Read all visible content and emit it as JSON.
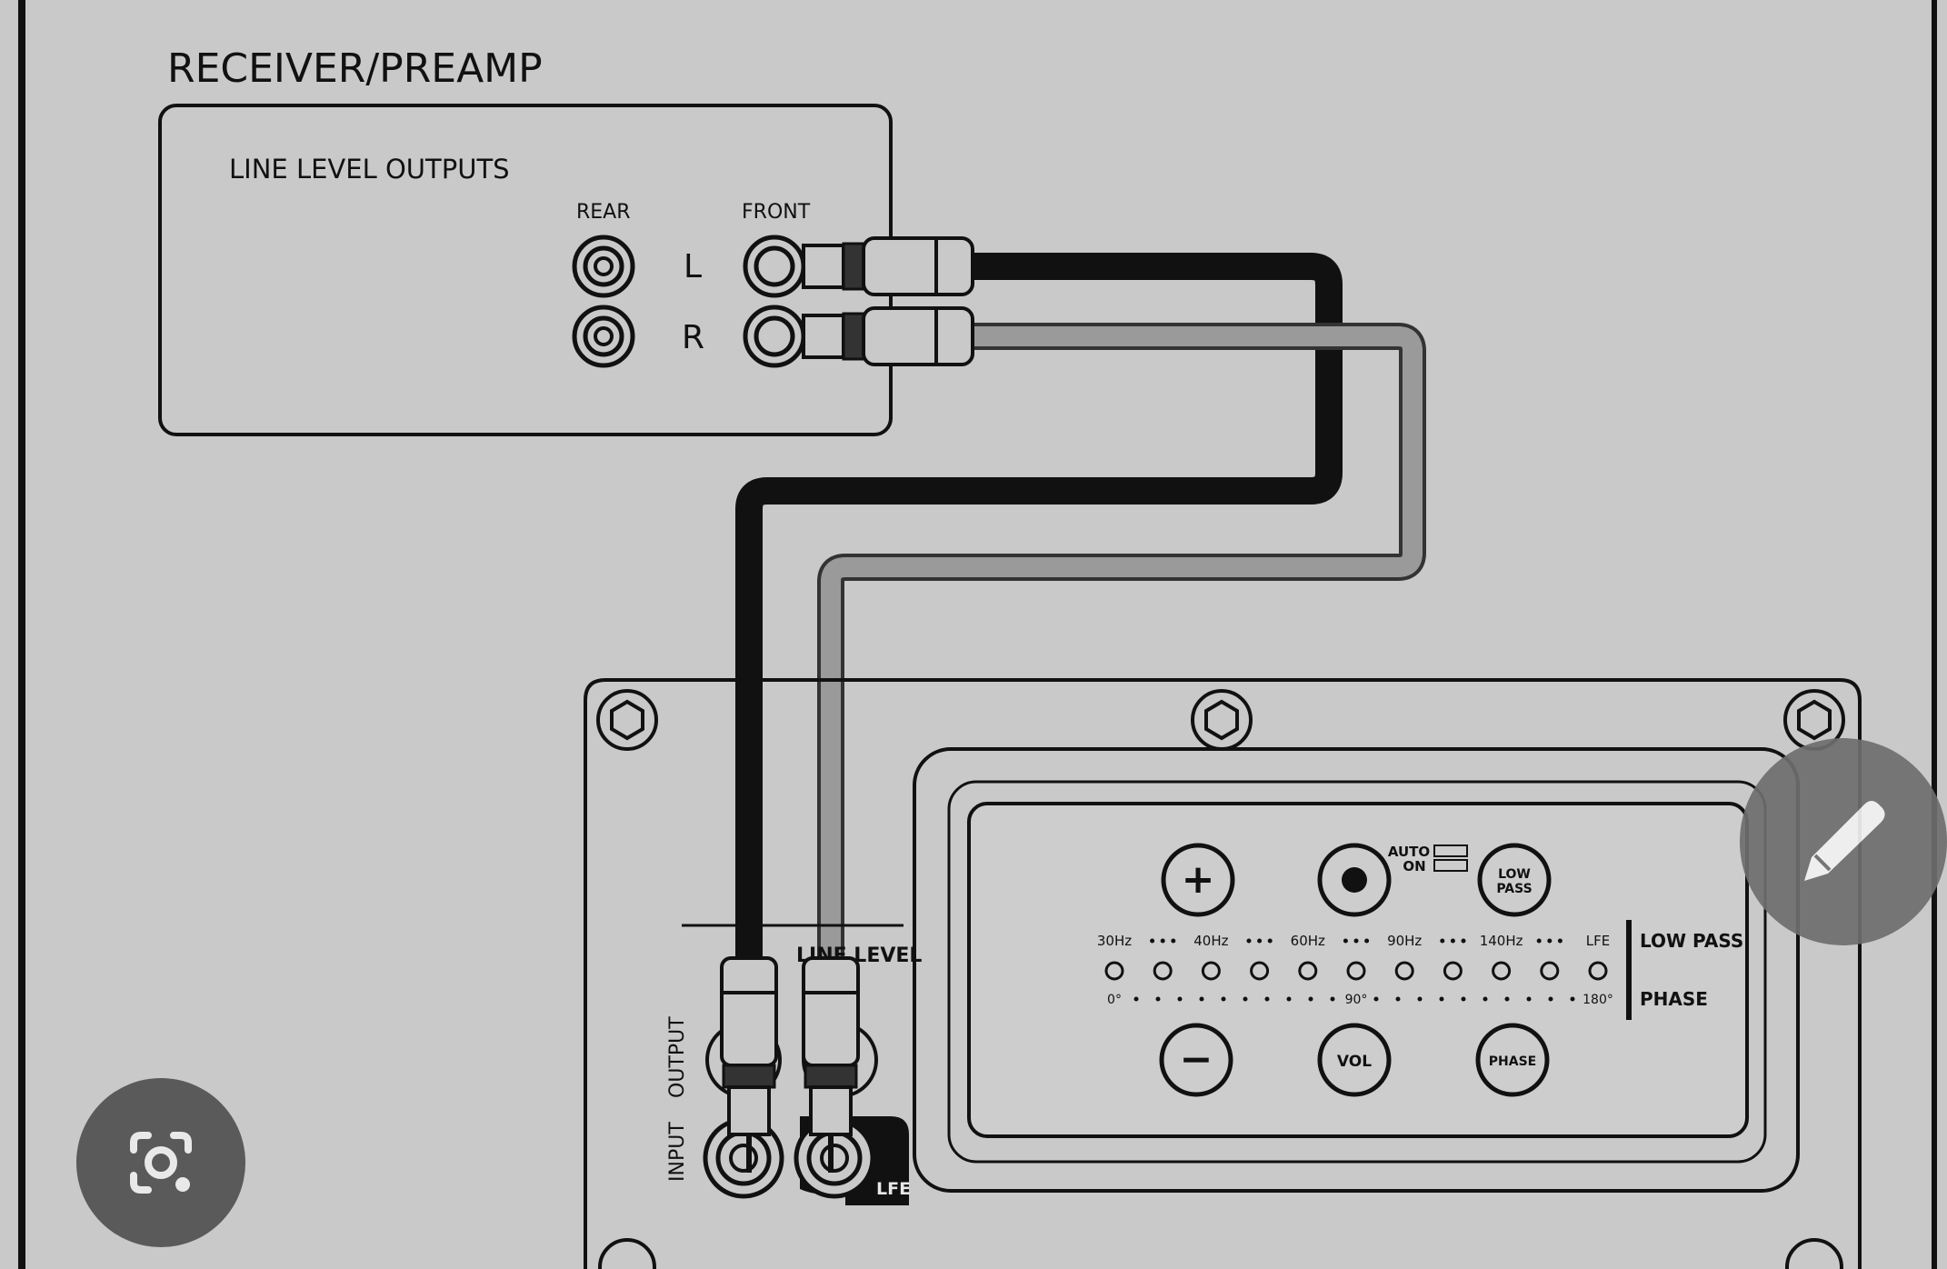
{
  "diagram": {
    "receiver_title": "RECEIVER/PREAMP",
    "panel_label": "LINE LEVEL OUTPUTS",
    "rear_label": "REAR",
    "front_label": "FRONT",
    "left_label": "L",
    "right_label": "R",
    "line_level_label": "LINE LEVEL",
    "output_label": "OUTPUT",
    "input_label": "INPUT",
    "lfe_label": "LFE",
    "plus_label": "+",
    "minus_label": "−",
    "auto_label": "AUTO",
    "on_label": "ON",
    "low_pass_btn_line1": "LOW",
    "low_pass_btn_line2": "PASS",
    "vol_label": "VOL",
    "phase_btn_label": "PHASE",
    "freq_labels": [
      "30Hz",
      "40Hz",
      "60Hz",
      "90Hz",
      "140Hz",
      "LFE"
    ],
    "phase_labels": [
      "0°",
      "90°",
      "180°"
    ],
    "low_pass_side_label": "LOW PASS",
    "phase_side_label": "PHASE",
    "led_count": 11
  },
  "colors": {
    "background": "#c9c9c9",
    "line": "#111111",
    "cable_black": "#1a1a1a",
    "cable_gray": "#8f8f8f",
    "fab_dark": "#5a5a5a",
    "fab_light": "#6e6e6e"
  },
  "overlay": {
    "lens_icon": "camera-search-icon",
    "edit_icon": "pencil-icon"
  }
}
